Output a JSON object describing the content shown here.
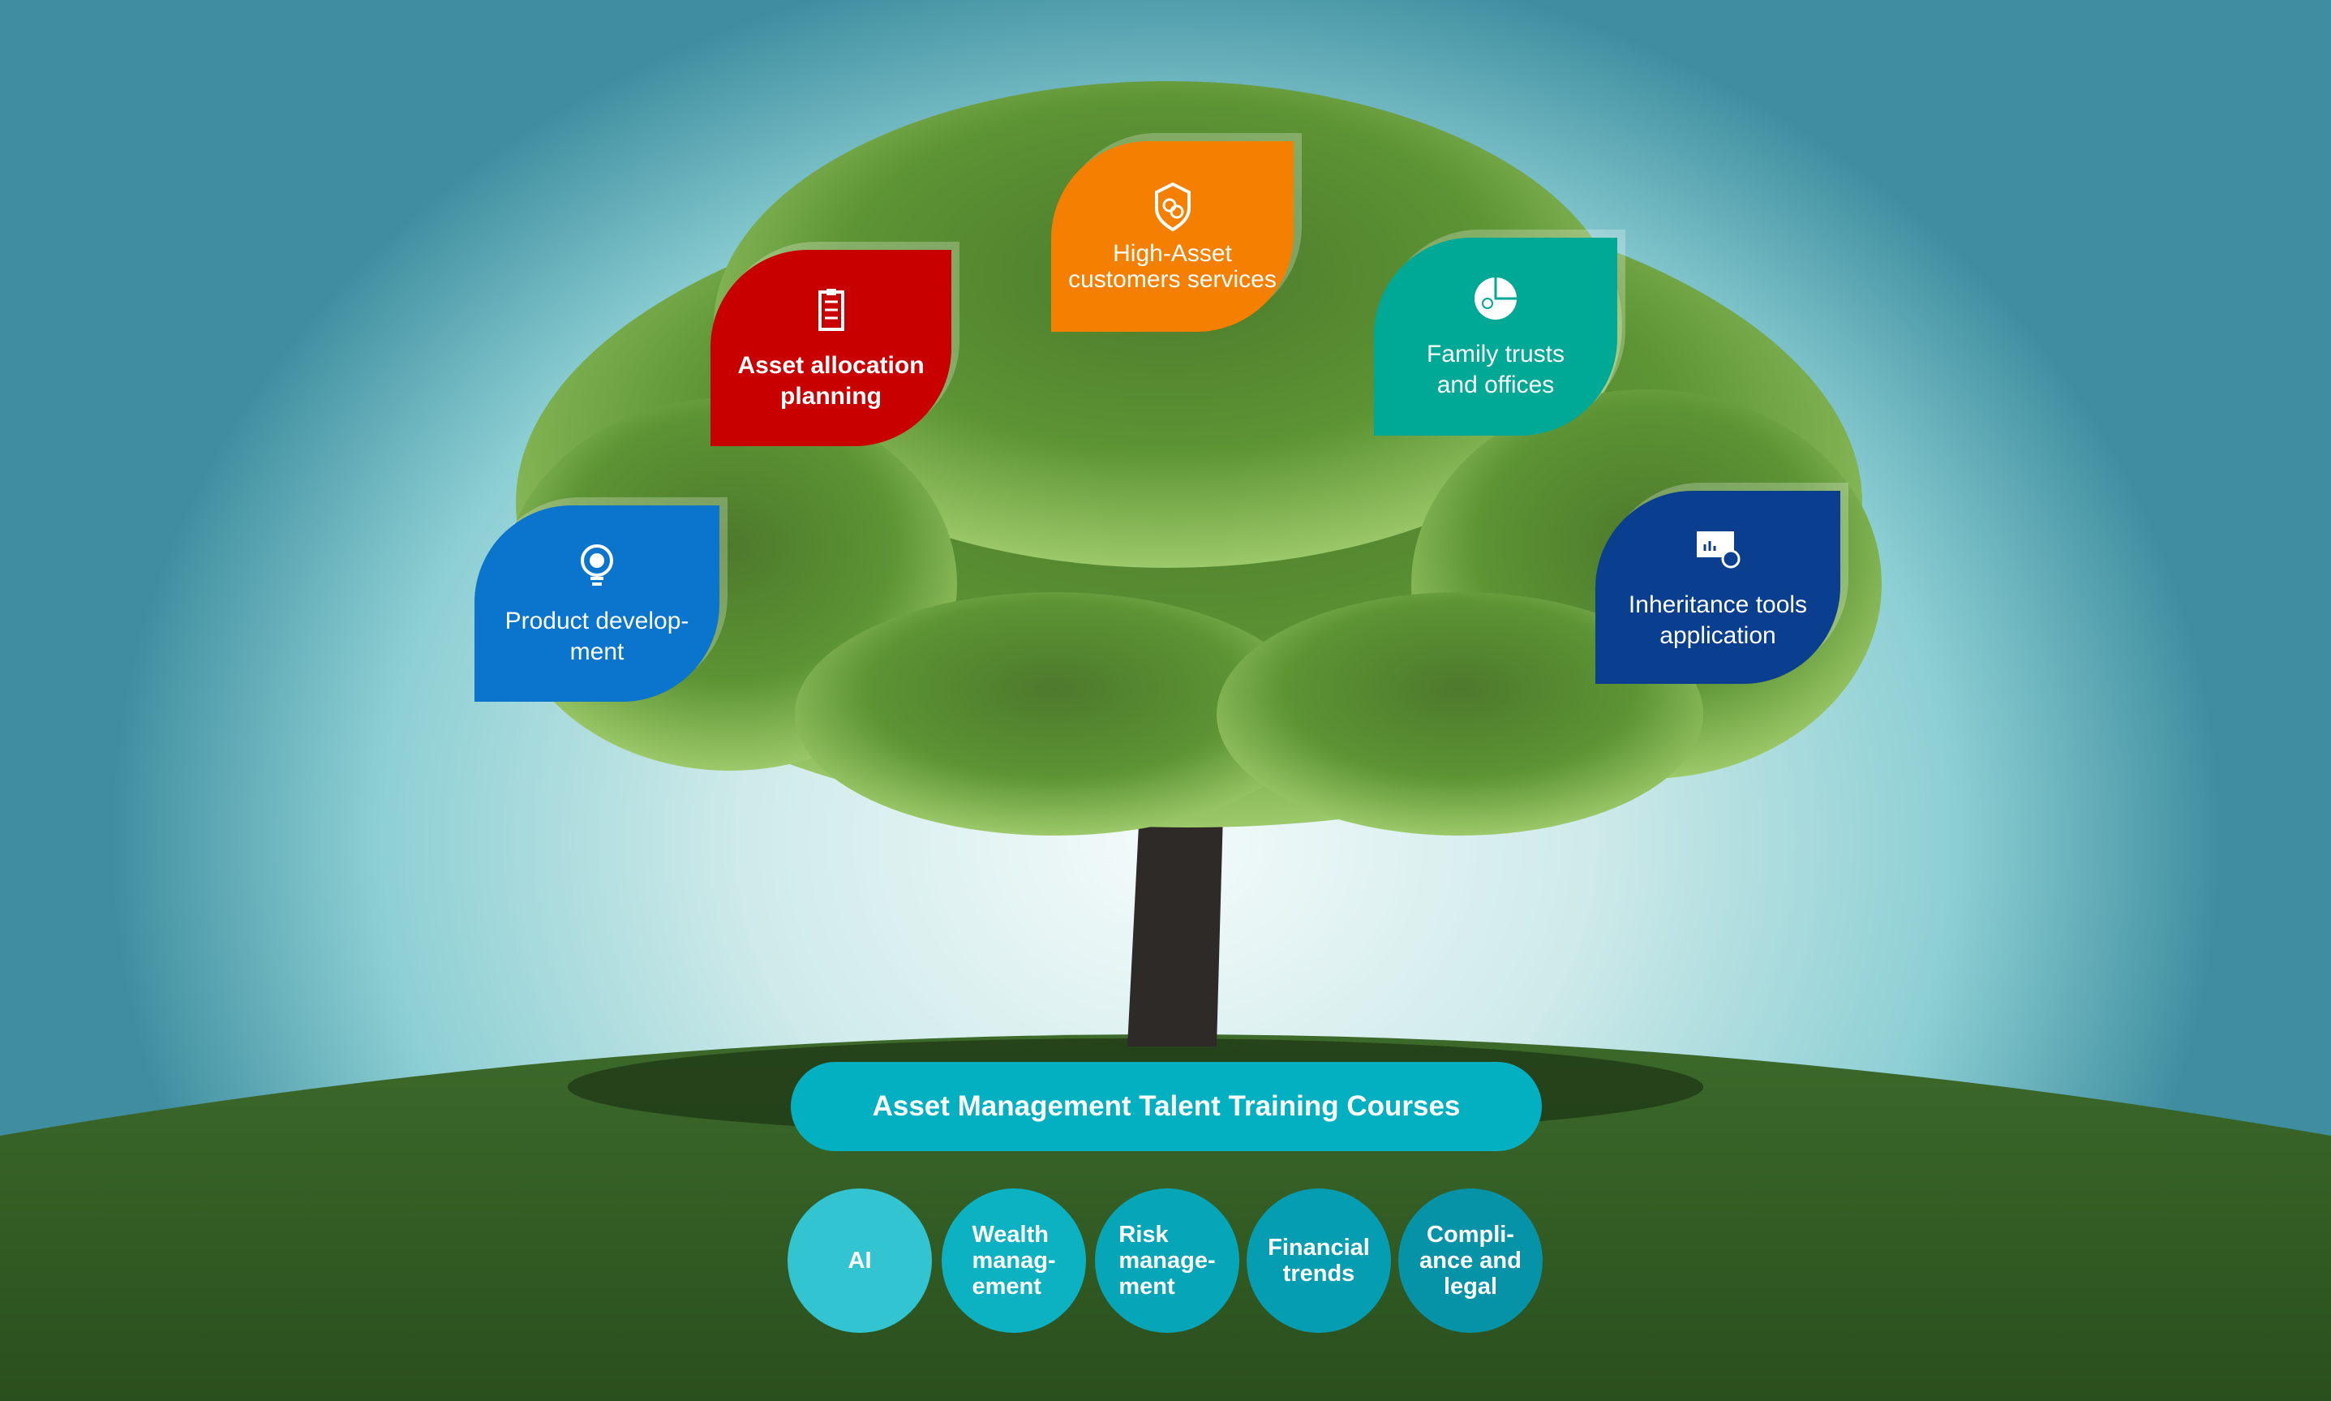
{
  "cards": [
    {
      "label": "Asset allocation planning",
      "icon": "clipboard-dollar-icon",
      "color": "#c90000"
    },
    {
      "label": "High-Asset customers services",
      "icon": "shield-coins-icon",
      "color": "#f57f00"
    },
    {
      "label": "Family trusts and offices",
      "icon": "pie-chart-dollar-icon",
      "color": "#00a896"
    },
    {
      "label": "Product develop-ment",
      "icon": "lightbulb-dollar-icon",
      "color": "#0b74cc"
    },
    {
      "label": "Inheritance tools application",
      "icon": "dashboard-monitor-icon",
      "color": "#0a3f8f"
    }
  ],
  "banner": {
    "title": "Asset Management Talent Training Courses",
    "color": "#03b0c2"
  },
  "courses": [
    {
      "label": "AI",
      "color": "#33c4d2"
    },
    {
      "label": "Wealth manag-ement",
      "color": "#0cb1c2"
    },
    {
      "label": "Risk manage-ment",
      "color": "#06a5b8"
    },
    {
      "label": "Financial trends",
      "color": "#059db1"
    },
    {
      "label": "Compli-ance and legal",
      "color": "#0693a8"
    }
  ]
}
